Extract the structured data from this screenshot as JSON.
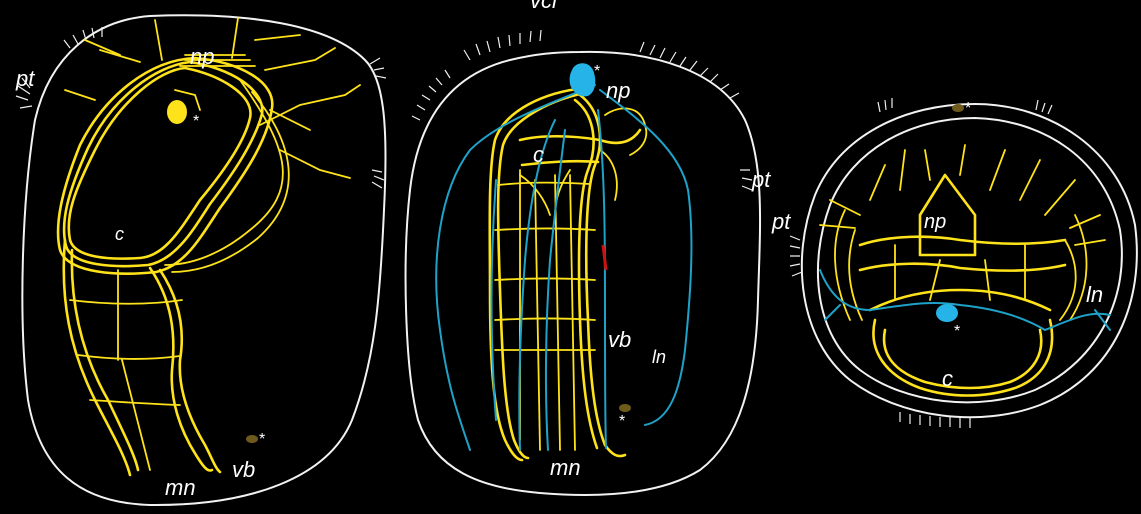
{
  "panels": [
    {
      "id": "left",
      "labels": {
        "pt": "pt",
        "np": "np",
        "c": "c",
        "mn": "mn",
        "vb": "vb"
      },
      "asterisks": [
        "*",
        "*"
      ]
    },
    {
      "id": "middle",
      "labels": {
        "top": "vcl",
        "np": "np",
        "c": "c",
        "pt": "pt",
        "vb": "vb",
        "ln": "ln",
        "mn": "mn"
      },
      "asterisks": [
        "*",
        "*"
      ]
    },
    {
      "id": "right",
      "labels": {
        "pt": "pt",
        "np": "np",
        "ln": "ln",
        "c": "c"
      },
      "asterisks": [
        "*",
        "*"
      ]
    }
  ],
  "colors": {
    "background": "#000000",
    "outline": "#f2f2f2",
    "nerve": "#ffe31a",
    "lateral_nerve": "#1fa2c8",
    "blue_cell": "#26b3e8",
    "marker": "#6e5a1a"
  }
}
